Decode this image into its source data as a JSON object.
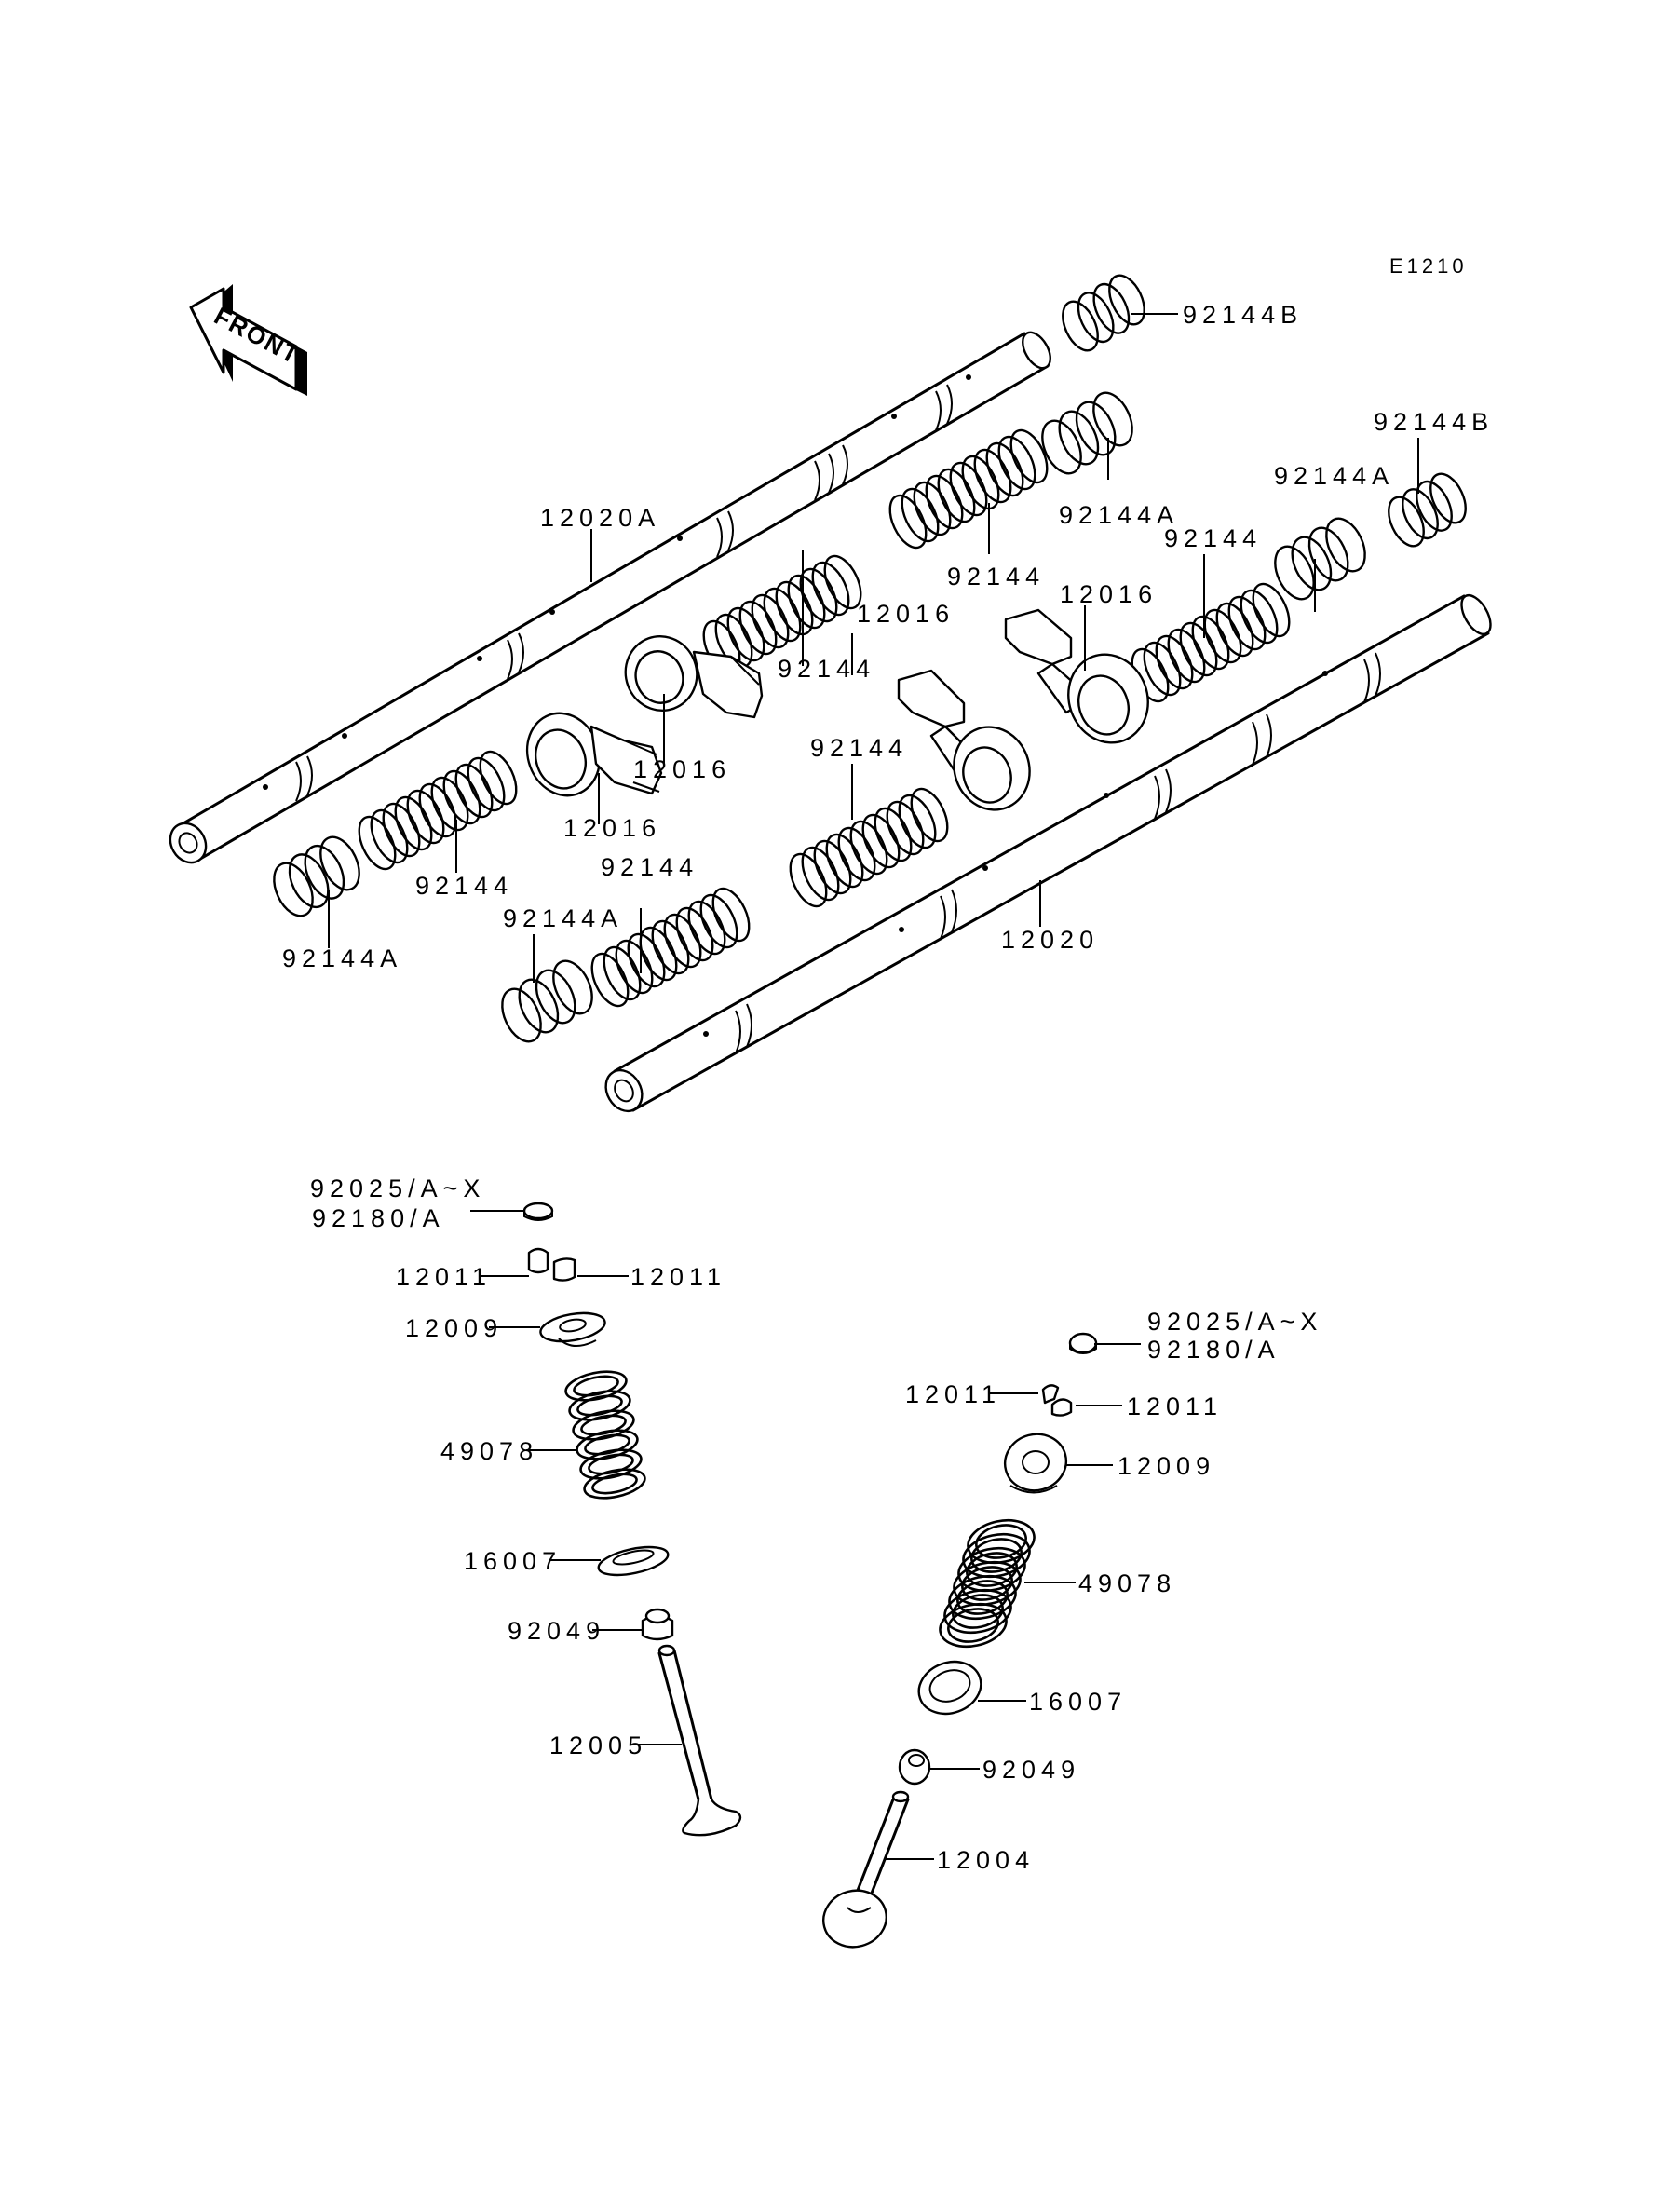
{
  "diagram": {
    "code": "E1210",
    "front_label": "FRONT",
    "callouts": {
      "spring_b_top": "92144B",
      "spring_b_right": "92144B",
      "shaft_upper": "12020A",
      "shaft_lower": "12020",
      "spring_a_1": "92144A",
      "spring_a_2": "92144A",
      "spring_a_3": "92144A",
      "spring_a_4": "92144A",
      "spring_1": "92144",
      "spring_2": "92144",
      "spring_3": "92144",
      "spring_4": "92144",
      "spring_5": "92144",
      "spring_6": "92144",
      "rocker_1": "12016",
      "rocker_2": "12016",
      "rocker_3": "12016",
      "rocker_4": "12016",
      "shim_left_line1": "92025/A~X",
      "shim_left_line2": "92180/A",
      "keeper_left_a": "12011",
      "keeper_left_b": "12011",
      "retainer_left": "12009",
      "valve_spring_left": "49078",
      "seat_left": "16007",
      "seal_left": "92049",
      "valve_exhaust": "12005",
      "shim_right_line1": "92025/A~X",
      "shim_right_line2": "92180/A",
      "keeper_right_a": "12011",
      "keeper_right_b": "12011",
      "retainer_right": "12009",
      "valve_spring_right": "49078",
      "seat_right": "16007",
      "seal_right": "92049",
      "valve_intake": "12004"
    }
  }
}
